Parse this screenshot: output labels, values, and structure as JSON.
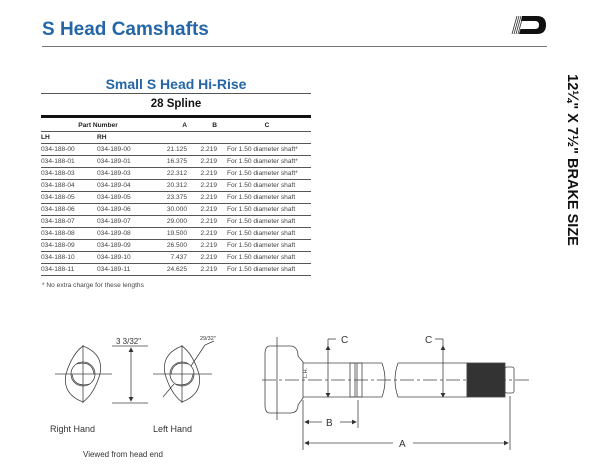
{
  "header": {
    "title": "S Head Camshafts",
    "side_label": "12¼\" X 7½\" BRAKE SIZE",
    "brand_color": "#2566a8"
  },
  "section": {
    "subtitle": "Small S Head Hi-Rise",
    "spline": "28 Spline"
  },
  "table": {
    "headers": {
      "part_number": "Part Number",
      "a": "A",
      "b": "B",
      "c": "C",
      "lh": "LH",
      "rh": "RH"
    },
    "rows": [
      {
        "lh": "034-188-00",
        "rh": "034-189-00",
        "a": "21.125",
        "b": "2.219",
        "c": "For 1.50 diameter shaft*"
      },
      {
        "lh": "034-188-01",
        "rh": "034-189-01",
        "a": "16.375",
        "b": "2.219",
        "c": "For 1.50 diameter shaft*"
      },
      {
        "lh": "034-188-03",
        "rh": "034-189-03",
        "a": "22.312",
        "b": "2.219",
        "c": "For 1.50 diameter shaft*"
      },
      {
        "lh": "034-188-04",
        "rh": "034-189-04",
        "a": "20.312",
        "b": "2.219",
        "c": "For 1.50 diameter shaft"
      },
      {
        "lh": "034-188-05",
        "rh": "034-189-05",
        "a": "23.375",
        "b": "2.219",
        "c": "For 1.50 diameter shaft"
      },
      {
        "lh": "034-188-06",
        "rh": "034-189-06",
        "a": "30.000",
        "b": "2.219",
        "c": "For 1.50 diameter shaft"
      },
      {
        "lh": "034-188-07",
        "rh": "034-189-07",
        "a": "29.000",
        "b": "2.219",
        "c": "For 1.50 diameter shaft"
      },
      {
        "lh": "034-188-08",
        "rh": "034-189-08",
        "a": "19.500",
        "b": "2.219",
        "c": "For 1.50 diameter shaft"
      },
      {
        "lh": "034-188-09",
        "rh": "034-189-09",
        "a": "26.500",
        "b": "2.219",
        "c": "For 1.50 diameter shaft"
      },
      {
        "lh": "034-188-10",
        "rh": "034-189-10",
        "a": "7.437",
        "b": "2.219",
        "c": "For 1.50 diameter shaft"
      },
      {
        "lh": "034-188-11",
        "rh": "034-189-11",
        "a": "24.625",
        "b": "2.219",
        "c": "For 1.50 diameter shaft"
      }
    ],
    "footnote": "* No extra charge for these lengths"
  },
  "diagram": {
    "right_hand": "Right  Hand",
    "left_hand": "Left  Hand",
    "viewed": "Viewed from head end",
    "dim_height": "3 3/32\"",
    "dim_radius": "29/32\"",
    "lh_mark": "L.H.",
    "label_a": "A",
    "label_b": "B",
    "label_c": "C"
  }
}
